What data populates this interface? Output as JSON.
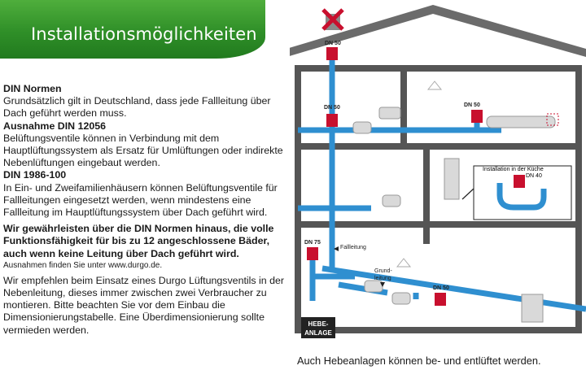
{
  "banner": {
    "title": "Installationsmöglichkeiten"
  },
  "text": {
    "heading_din": "DIN Normen",
    "din_body": "Grundsätzlich gilt in Deutschland, dass jede Fallleitung über Dach geführt werden muss.",
    "heading_12056": "Ausnahme DIN 12056",
    "body_12056": "Belüftungsventile können in Verbindung mit dem Hauptlüftungssystem als Ersatz für Umlüftungen oder indirekte Nebenlüftungen eingebaut werden.",
    "heading_1986": "DIN 1986-100",
    "body_1986": "In Ein- und Zweifamilienhäusern können Belüftungsventile für Fallleitungen eingesetzt werden, wenn mindestens eine Fallleitung im Hauptlüftungssystem über Dach geführt wird.",
    "guarantee": "Wir gewährleisten über die DIN Normen hinaus, die volle Funktionsfähigkeit für bis zu 12 angeschlossene Bäder, auch wenn keine Leitung über Dach geführt wird.",
    "exceptions": "Ausnahmen finden Sie unter www.durgo.de.",
    "recommendation": "Wir empfehlen beim Einsatz eines Durgo Lüftungsventils in der Nebenleitung, dieses immer zwischen zwei Verbraucher zu montieren. Bitte beachten Sie vor dem Einbau die Dimensionierungstabelle. Eine Überdimensionierung sollte vermieden werden."
  },
  "diagram": {
    "labels": {
      "dn50_roof": "DN 50",
      "dn50_left": "DN 50",
      "dn50_right": "DN 50",
      "dn40": "DN 40",
      "dn75": "DN 75",
      "dn50_bottom": "DN 50",
      "kitchen": "Installation in der Küche",
      "fallleitung": "Fallleitung",
      "grund_1": "Grund-",
      "grund_2": "leitung",
      "hebe_1": "HEBE-",
      "hebe_2": "ANLAGE"
    },
    "colors": {
      "pipe": "#2f8fd0",
      "valve": "#c8102e",
      "wall": "#555555",
      "roof": "#6b6b6b",
      "fixture": "#d9d9d9"
    }
  },
  "caption": "Auch Hebeanlagen können be- und entlüftet werden."
}
